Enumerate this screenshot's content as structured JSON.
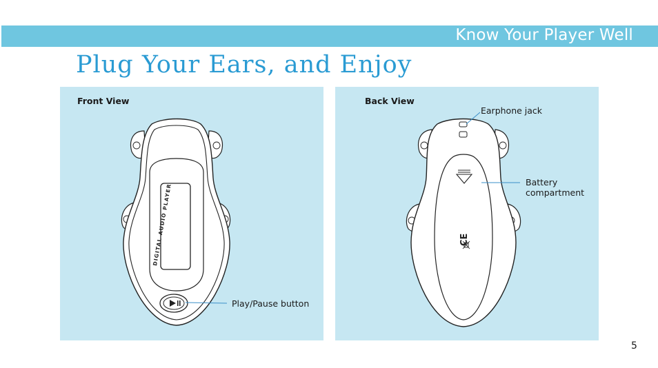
{
  "header": {
    "section_title": "Know Your Player Well"
  },
  "page": {
    "title": "Plug Your Ears, and Enjoy",
    "number": "5"
  },
  "front_view": {
    "label": "Front View",
    "device_text": "DIGITAL AUDIO PLAYER",
    "callouts": {
      "play_pause": "Play/Pause button"
    }
  },
  "back_view": {
    "label": "Back View",
    "callouts": {
      "earphone_jack": "Earphone jack",
      "battery_line1": "Battery",
      "battery_line2": "compartment"
    }
  },
  "colors": {
    "header_band": "#6fc6e0",
    "title": "#2a9bd3",
    "panel_bg": "#c6e7f2",
    "callout_line": "#3a8fc8"
  }
}
